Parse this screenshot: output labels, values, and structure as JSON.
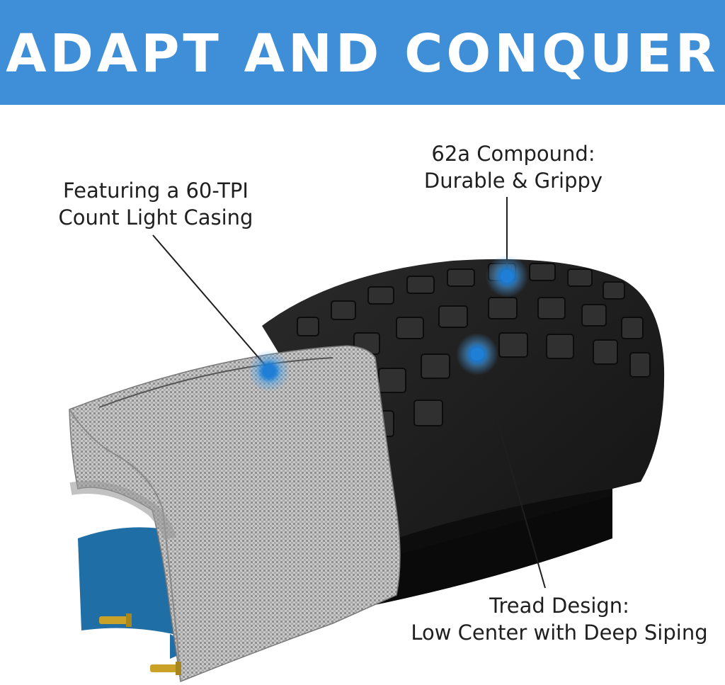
{
  "banner": {
    "title": "ADAPT AND CONQUER",
    "color": "#3f8fd8"
  },
  "callouts": {
    "compound": {
      "line1": "62a Compound:",
      "line2": "Durable & Grippy"
    },
    "casing": {
      "line1": "Featuring a 60-TPI",
      "line2": "Count Light Casing"
    },
    "tread": {
      "line1": "Tread Design:",
      "line2": "Low Center with Deep Siping"
    }
  },
  "colors": {
    "marker": "#1f7fd6",
    "tire": "#1b1b1b",
    "casing": "#bdbdbd",
    "inner_tube": "#1f6ea5",
    "valve": "#c9a227"
  },
  "image": {
    "subject": "tire-cutaway-illustration"
  }
}
